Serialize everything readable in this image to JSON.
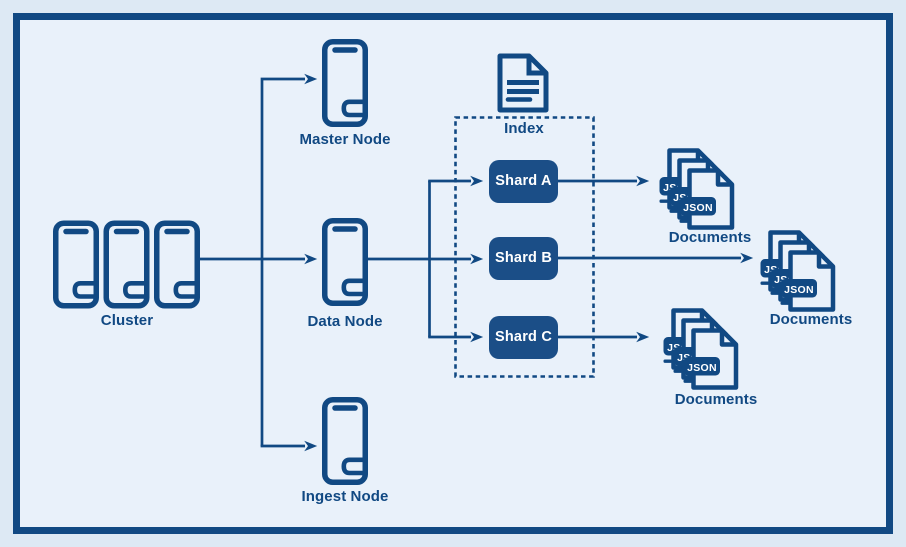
{
  "diagram": {
    "cluster": {
      "label": "Cluster"
    },
    "nodes": [
      {
        "label": "Master Node"
      },
      {
        "label": "Data Node"
      },
      {
        "label": "Ingest Node"
      }
    ],
    "index": {
      "label": "Index",
      "shards": [
        {
          "label": "Shard A"
        },
        {
          "label": "Shard B"
        },
        {
          "label": "Shard C"
        }
      ]
    },
    "documents": [
      {
        "label": "Documents"
      },
      {
        "label": "Documents"
      },
      {
        "label": "Documents"
      }
    ],
    "json_badge": "JSON",
    "edges": [
      {
        "from": "Cluster",
        "to": "Master Node"
      },
      {
        "from": "Cluster",
        "to": "Data Node"
      },
      {
        "from": "Cluster",
        "to": "Ingest Node"
      },
      {
        "from": "Data Node",
        "to": "Shard A"
      },
      {
        "from": "Data Node",
        "to": "Shard B"
      },
      {
        "from": "Data Node",
        "to": "Shard C"
      },
      {
        "from": "Shard A",
        "to": "Documents"
      },
      {
        "from": "Shard B",
        "to": "Documents"
      },
      {
        "from": "Shard C",
        "to": "Documents"
      }
    ],
    "colors": {
      "navy": "#114983",
      "shard_fill": "#1b4e87",
      "panel_bg": "#e9f1fa",
      "page_bg": "#dde9f4",
      "text_on_dark": "#ffffff"
    }
  }
}
